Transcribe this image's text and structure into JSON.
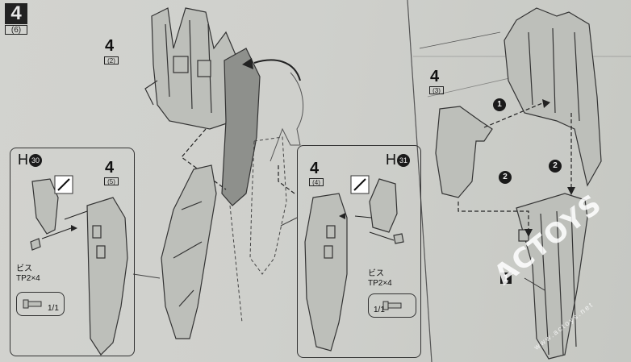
{
  "step": {
    "number": "4",
    "sub": "(6)"
  },
  "refs": {
    "top_ref": {
      "number": "4",
      "sub": "(2)"
    },
    "left_box_ref": {
      "number": "4",
      "sub": "(5)"
    },
    "right_box_ref": {
      "number": "4",
      "sub": "(4)"
    },
    "right_panel_ref": {
      "number": "4",
      "sub": "(3)"
    },
    "part_1": "1"
  },
  "left_box": {
    "part": "H",
    "part_num": "30",
    "screw_label": "ビス",
    "screw_spec": "TP2×4",
    "ratio": "1/1"
  },
  "right_box": {
    "part": "H",
    "part_num": "31",
    "screw_label": "ビス",
    "screw_spec": "TP2×4",
    "ratio": "1/1"
  },
  "callouts": [
    "1",
    "2",
    "2"
  ],
  "watermark": {
    "brand": "ACTOYS",
    "url": "www.actoys.net"
  },
  "colors": {
    "paper": "#cfd0cc",
    "ink": "#1a1a1a",
    "part_fill": "#b9bbb6",
    "shaded_part": "#8e908c"
  }
}
